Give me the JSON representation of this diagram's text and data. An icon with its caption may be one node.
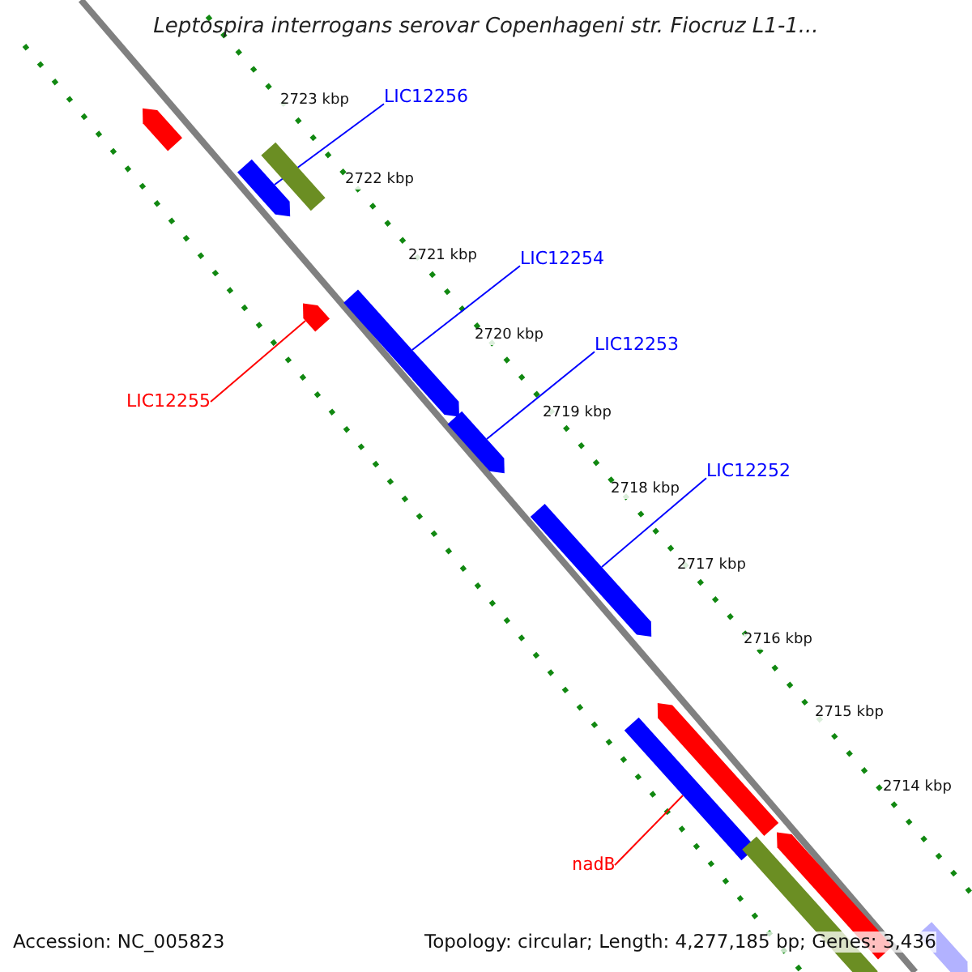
{
  "diagram": {
    "title": "Leptospira interrogans serovar Copenhageni str. Fiocruz L1-1...",
    "nodes": [
      {
        "text": [],
        "shape": "arrow"
      },
      {
        "text": [
          "LIC12256"
        ]
      },
      {
        "text": [],
        "shape": "bar"
      },
      {
        "text": [],
        "shape": "arrow"
      },
      {
        "text": [
          "LIC12254"
        ]
      },
      {
        "text": [],
        "shape": "arrow"
      },
      {
        "text": [],
        "shape": "arrow"
      },
      {
        "text": [
          "LIC12253"
        ]
      },
      {
        "text": [
          "LIC12255"
        ]
      },
      {
        "text": [],
        "shape": "arrow"
      },
      {
        "text": [
          "LIC12252"
        ]
      },
      {
        "text": [],
        "shape": "arrow"
      },
      {
        "text": [],
        "shape": "arrow"
      },
      {
        "text": [],
        "shape": "bar"
      },
      {
        "text": [
          "nadB"
        ]
      },
      {
        "text": [],
        "shape": "arrow"
      },
      {
        "text": [],
        "shape": "bar"
      },
      {
        "text": [],
        "shape": "arrow"
      }
    ],
    "edges": [
      {
        "from": 1,
        "to": 3,
        "arrow": "none"
      },
      {
        "from": 4,
        "to": 6,
        "arrow": "none"
      },
      {
        "from": 7,
        "to": 9,
        "arrow": "none"
      },
      {
        "from": 8,
        "to": 5,
        "arrow": "none",
        "color": "#ff0000"
      },
      {
        "from": 10,
        "to": 11,
        "arrow": "none"
      },
      {
        "from": 14,
        "to": 13,
        "arrow": "none",
        "color": "#ff0000"
      }
    ],
    "labels": [
      "2723 kbp",
      "2722 kbp",
      "2721 kbp",
      "2720 kbp",
      "2719 kbp",
      "2718 kbp",
      "2717 kbp",
      "2716 kbp",
      "2715 kbp",
      "2714 kbp",
      "Accession: NC_005823",
      "Topology: circular; Length: 4,277,185 bp; Genes: 3,436"
    ]
  }
}
